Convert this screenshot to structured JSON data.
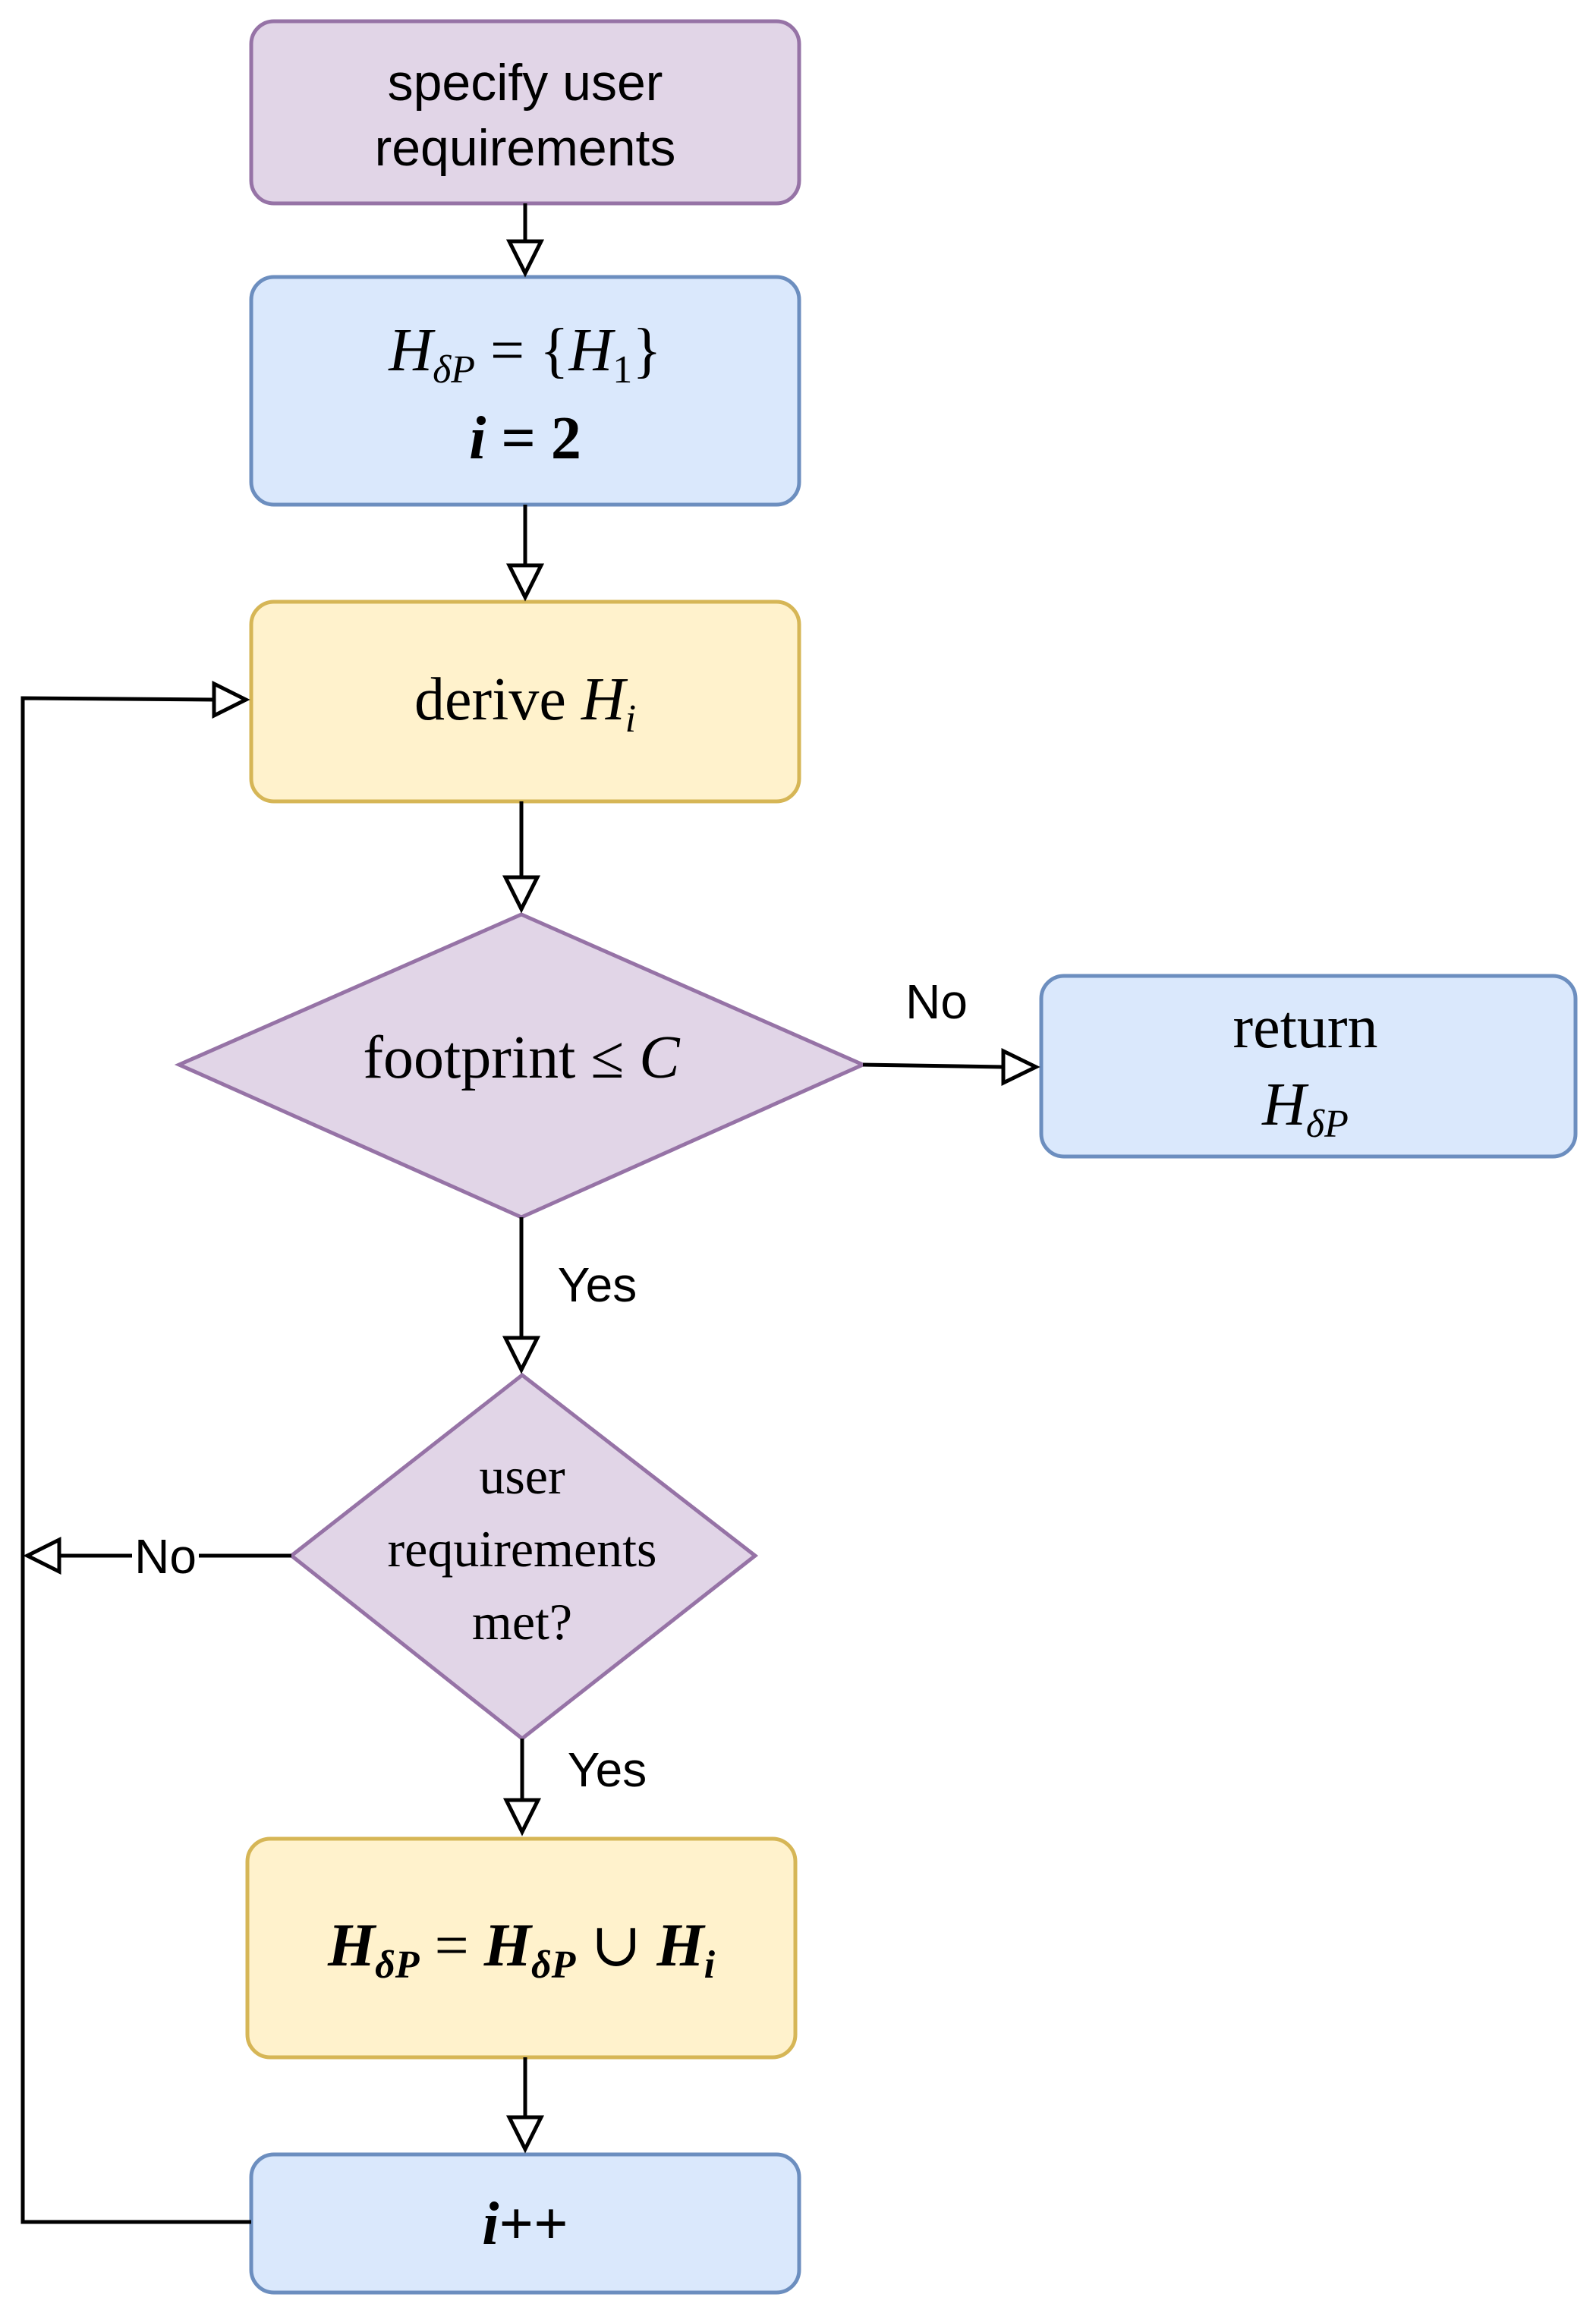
{
  "nodes": {
    "start": {
      "line1": "specify user",
      "line2": "requirements"
    },
    "init": {
      "line1_lhs": "H",
      "line1_sub": "δP",
      "line1_rhs_open": " = {",
      "line1_rhs_h": "H",
      "line1_rhs_sub": "1",
      "line1_rhs_close": "}",
      "line2_var": "i",
      "line2_rest": " = 2"
    },
    "derive": {
      "word": "derive ",
      "var": "H",
      "sub": "i"
    },
    "footprint": {
      "word": "footprint ≤ ",
      "var": "C"
    },
    "return": {
      "word": "return",
      "var": "H",
      "sub": "δP"
    },
    "requirements": {
      "line1": "user",
      "line2": "requirements",
      "line3": "met?"
    },
    "union": {
      "h1": "H",
      "s1": "δP",
      "eq": " = ",
      "h2": "H",
      "s2": "δP",
      "cup": " ∪ ",
      "h3": "H",
      "s3": "i"
    },
    "increment": {
      "var": "i",
      "rest": "++"
    }
  },
  "edge_labels": {
    "footprint_no": "No",
    "footprint_yes": "Yes",
    "requirements_no": "No",
    "requirements_yes": "Yes"
  },
  "colors": {
    "purple_fill": "#e1d5e7",
    "purple_stroke": "#9673a6",
    "blue_fill": "#dae8fc",
    "blue_stroke": "#6c8ebf",
    "yellow_fill": "#fff2cc",
    "yellow_stroke": "#d6b656"
  }
}
